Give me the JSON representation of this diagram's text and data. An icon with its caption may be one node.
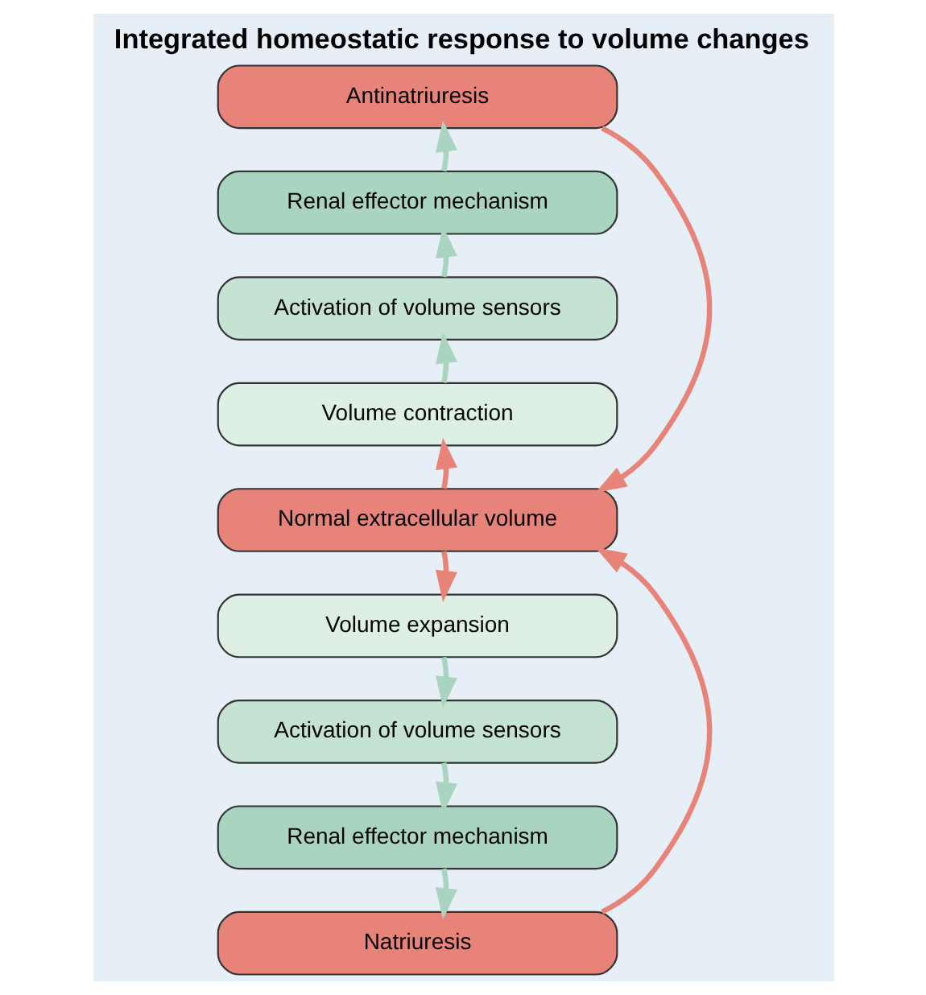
{
  "diagram": {
    "title": "Integrated homeostatic response to volume changes",
    "nodes": [
      {
        "text": [
          "Antinatriuresis"
        ]
      },
      {
        "text": [
          "Renal effector mechanism"
        ]
      },
      {
        "text": [
          "Activation of volume sensors"
        ]
      },
      {
        "text": [
          "Volume contraction"
        ]
      },
      {
        "text": [
          "Normal extracellular volume"
        ]
      },
      {
        "text": [
          "Volume expansion"
        ]
      },
      {
        "text": [
          "Activation of volume sensors"
        ]
      },
      {
        "text": [
          "Renal effector mechanism"
        ]
      },
      {
        "text": [
          "Natriuresis"
        ]
      }
    ],
    "edges": [
      {
        "from": 4,
        "to": 3,
        "arrow": "to",
        "color": "#e8837a"
      },
      {
        "from": 3,
        "to": 2,
        "arrow": "to"
      },
      {
        "from": 2,
        "to": 1,
        "arrow": "to"
      },
      {
        "from": 1,
        "to": 0,
        "arrow": "to"
      },
      {
        "from": 0,
        "to": 4,
        "arrow": "to",
        "color": "#e8837a"
      },
      {
        "from": 4,
        "to": 5,
        "arrow": "to",
        "color": "#e8837a"
      },
      {
        "from": 5,
        "to": 6,
        "arrow": "to"
      },
      {
        "from": 6,
        "to": 7,
        "arrow": "to"
      },
      {
        "from": 7,
        "to": 8,
        "arrow": "to"
      },
      {
        "from": 8,
        "to": 4,
        "arrow": "to",
        "color": "#e8837a"
      }
    ]
  }
}
